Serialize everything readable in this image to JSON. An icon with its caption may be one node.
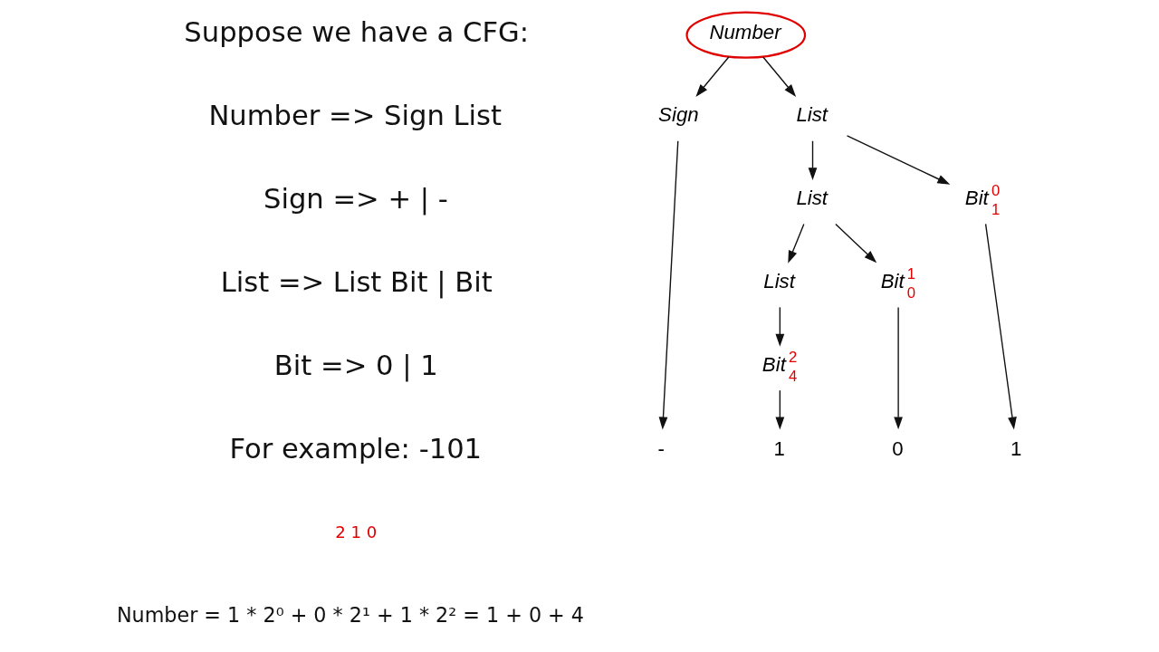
{
  "diagram": {
    "nodes": [
      {
        "text": [
          "Number"
        ]
      },
      {
        "text": [
          "Sign"
        ]
      },
      {
        "text": [
          "List"
        ]
      },
      {
        "text": [
          "List"
        ]
      },
      {
        "text": [
          "Bit"
        ],
        "beside": [
          "0",
          "1"
        ]
      },
      {
        "text": [
          "List"
        ]
      },
      {
        "text": [
          "Bit"
        ],
        "beside": [
          "1",
          "0"
        ]
      },
      {
        "text": [
          "Bit"
        ],
        "beside": [
          "2",
          "4"
        ]
      },
      {
        "text": [
          "-"
        ]
      },
      {
        "text": [
          "1"
        ]
      },
      {
        "text": [
          "0"
        ]
      },
      {
        "text": [
          "1"
        ]
      }
    ],
    "edges": [
      {
        "from": 0,
        "to": 1,
        "arrow": "to"
      },
      {
        "from": 0,
        "to": 2,
        "arrow": "to"
      },
      {
        "from": 2,
        "to": 3,
        "arrow": "to"
      },
      {
        "from": 2,
        "to": 4,
        "arrow": "to"
      },
      {
        "from": 3,
        "to": 5,
        "arrow": "to"
      },
      {
        "from": 3,
        "to": 6,
        "arrow": "to"
      },
      {
        "from": 5,
        "to": 7,
        "arrow": "to"
      },
      {
        "from": 1,
        "to": 8,
        "arrow": "to"
      },
      {
        "from": 7,
        "to": 9,
        "arrow": "to"
      },
      {
        "from": 6,
        "to": 10,
        "arrow": "to"
      },
      {
        "from": 4,
        "to": 11,
        "arrow": "to"
      }
    ],
    "labels": [
      "Suppose we have a CFG:",
      "Number => Sign List",
      "Sign => + | -",
      "List => List Bit | Bit",
      "Bit => 0 | 1",
      "For example: -101",
      "2 1 0",
      "Number = 1 * 2⁰ + 0 * 2¹ + 1 * 2² = 1 + 0 + 4"
    ]
  }
}
